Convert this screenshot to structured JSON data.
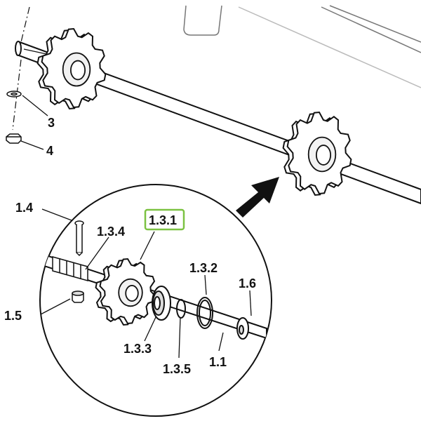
{
  "diagram": {
    "callouts": {
      "c3": "3",
      "c4": "4",
      "c1_4": "1.4",
      "c1_3_4": "1.3.4",
      "c1_3_1": "1.3.1",
      "c1_3_2": "1.3.2",
      "c1_6": "1.6",
      "c1_5": "1.5",
      "c1_3_3": "1.3.3",
      "c1_3_5": "1.3.5",
      "c1_1": "1.1"
    },
    "highlight_color": "#7cc242",
    "line_color": "#111111"
  }
}
